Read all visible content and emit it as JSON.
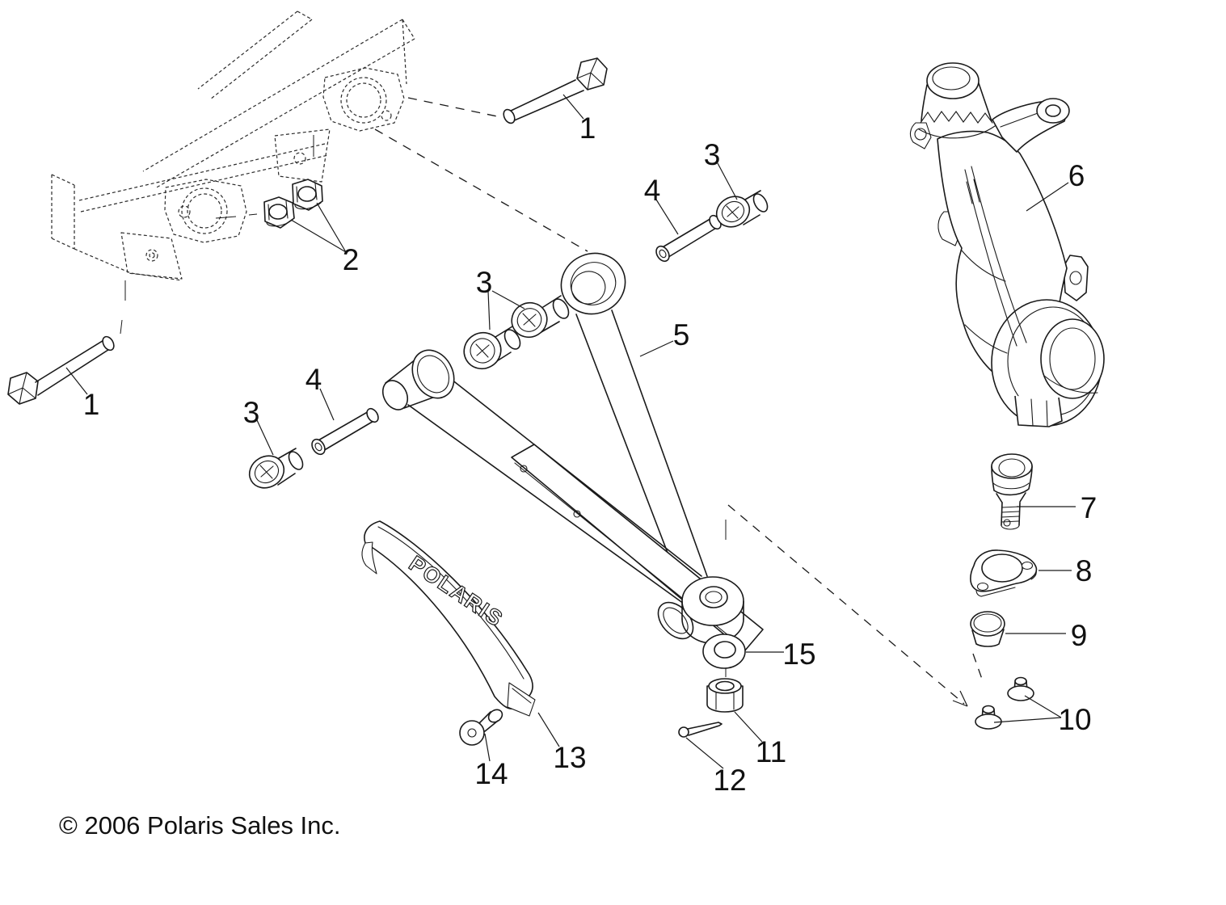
{
  "diagram": {
    "copyright": "© 2006 Polaris Sales Inc.",
    "brand_logo_text": "POLARIS",
    "callouts": {
      "c1a": "1",
      "c1b": "1",
      "c2": "2",
      "c3a": "3",
      "c3b": "3",
      "c3c": "3",
      "c4a": "4",
      "c4b": "4",
      "c5": "5",
      "c6": "6",
      "c7": "7",
      "c8": "8",
      "c9": "9",
      "c10": "10",
      "c11": "11",
      "c12": "12",
      "c13": "13",
      "c14": "14",
      "c15": "15"
    }
  }
}
